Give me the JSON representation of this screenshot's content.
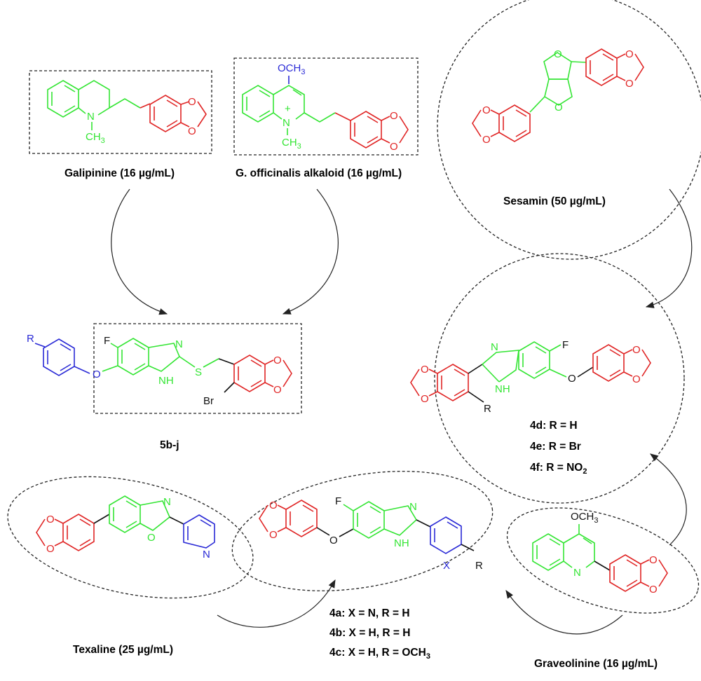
{
  "compounds": {
    "galipinine": {
      "label": "Galipinine (16 µg/mL)",
      "n_label": "N",
      "methyl_label": "CH",
      "methyl_sub": "3"
    },
    "officinalis": {
      "label": "G. officinalis alkaloid (16 µg/mL)",
      "methoxy_label": "OCH",
      "methoxy_sub": "3",
      "n_label": "N",
      "charge": "+",
      "methyl_label": "CH",
      "methyl_sub": "3"
    },
    "sesamin": {
      "label": "Sesamin (50 µg/mL)"
    },
    "series_5": {
      "label": "5b-j",
      "r_label": "R",
      "f_label": "F",
      "n_label": "N",
      "nh_label": "NH",
      "s_label": "S",
      "br_label": "Br",
      "o_label": "O"
    },
    "series_4def": {
      "f_label": "F",
      "n_label": "N",
      "nh_label": "NH",
      "r_label": "R",
      "o_label": "O",
      "variants": [
        "4d: R = H",
        "4e: R = Br",
        "4f: R = NO"
      ],
      "variant_sub": "2"
    },
    "texaline": {
      "label": "Texaline (25 µg/mL)",
      "n_label": "N",
      "o_label": "O"
    },
    "series_4abc": {
      "f_label": "F",
      "n_label": "N",
      "nh_label": "NH",
      "x_label": "X",
      "r_label": "R",
      "o_label": "O",
      "variants": [
        "4a: X = N, R = H",
        "4b: X = H, R = H",
        "4c: X = H, R = OCH"
      ],
      "variant_sub": "3"
    },
    "graveolinine": {
      "label": "Graveolinine (16 µg/mL)",
      "methoxy_label": "OCH",
      "methoxy_sub": "3",
      "n_label": "N"
    }
  },
  "ring_o": "O",
  "colors": {
    "green": "#33e533",
    "red": "#e02424",
    "blue": "#2a2ad6",
    "arrow": "#222222"
  }
}
